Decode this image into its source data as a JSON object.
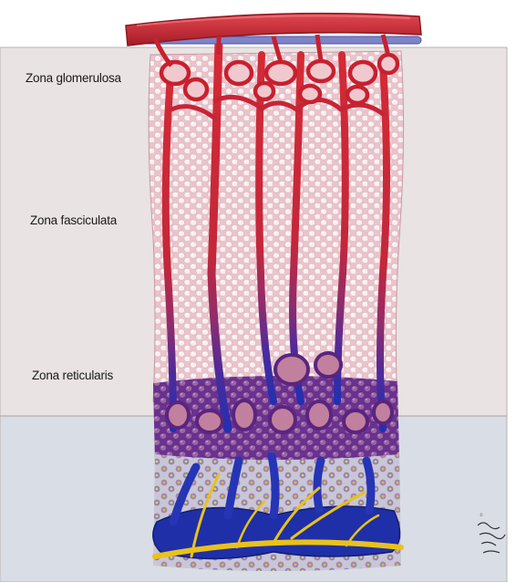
{
  "labels": {
    "zona_glomerulosa": "Zona glomerulosa",
    "zona_fasciculata": "Zona fasciculata",
    "zona_reticularis": "Zona reticularis"
  },
  "colors": {
    "background_upper": "#e9e3e3",
    "background_lower": "#d8dde6",
    "artery": "#d42a35",
    "artery_dark": "#9e1724",
    "cell_fill": "#f2dade",
    "cell_highlight": "#ffffff",
    "reticularis_purple": "#5a2b8c",
    "venous_blue": "#1f2fa8",
    "nerve_yellow": "#e9c21a",
    "chromaffin_green": "#a9d23a"
  }
}
